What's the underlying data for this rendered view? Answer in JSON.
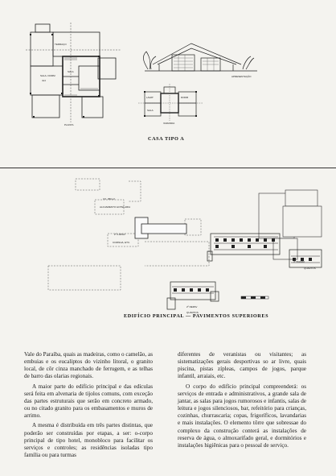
{
  "top_figure": {
    "plan_labels": {
      "terraco": "TERRAÇO",
      "sala_dorm": "SALA- DORM",
      "dimensions": "4x4",
      "sala": "SALA",
      "planta": "PLANTA"
    },
    "elevation_label": "APRESENTAÇÃO",
    "small_plan_labels": {
      "lavat": "LAVAT",
      "dorm": "DORM",
      "sala": "SALA",
      "varanda": "VARANDA"
    },
    "caption": "CASA TIPO A"
  },
  "site_plan": {
    "labels": {
      "pavimento_1": "CX. 350 m³",
      "alojamento": "ALOJAMENTO HOTELARIA",
      "pav_2": "2º A RPAV",
      "cozinha": "COZINHA, ETC.",
      "pav_3": "3º B RPAV",
      "quartos_1": "QUARTOS",
      "pav_4": "2º REPAV",
      "quartos_2": "QUARTOS"
    },
    "caption": "EDIFÍCIO PRINCIPAL — PAVIMENTOS SUPERIORES"
  },
  "body_text": {
    "col1": [
      "Vale do Paraíba, quais as madeiras, como o camelão, as embuias e os eucaliptos do vizinho litoral, o granito local, de côr cinza manchado de ferrugem, e as telhas de barro das olarias regionais.",
      "A maior parte do edifício principal e das edículas será feita em alvenaria de tijolos comuns, com exceção das partes estruturais que serão em concreto armado, ou no citado granito para os embasamentos e muros de arrimo.",
      "A mesma é distribuída em três partes distintas, que poderão ser construídas por etapas, a ser: o-corpo principal de tipo hotel, monobloco para facilitar os serviços e controles; as residências isoladas tipo família ou para turmas"
    ],
    "col2": [
      "diferentes de veranistas ou visitantes; as sistematizações gerais desportivas so ar livre, quais piscina, pistas zípleas, campos de jogos, parque infantil, arraiais, etc.",
      "O corpo do edifício principal compreenderá: os serviços de entrada e administrativos, a grande sala de jantar, as salas para jogos rumorosos e infantis, salas de leitura e jogos silenciosos, bar, refeitório para crianças, cozinhas, churrascaria; copas, frigoríficos, lavandarias e mais instalações. O elemento tôrre que sobressae do complexo da construção conterá as instalações de reserva de água, o almoxarifado geral, e dormitórios e instalações higiênicas para o pessoal de serviço."
    ]
  }
}
